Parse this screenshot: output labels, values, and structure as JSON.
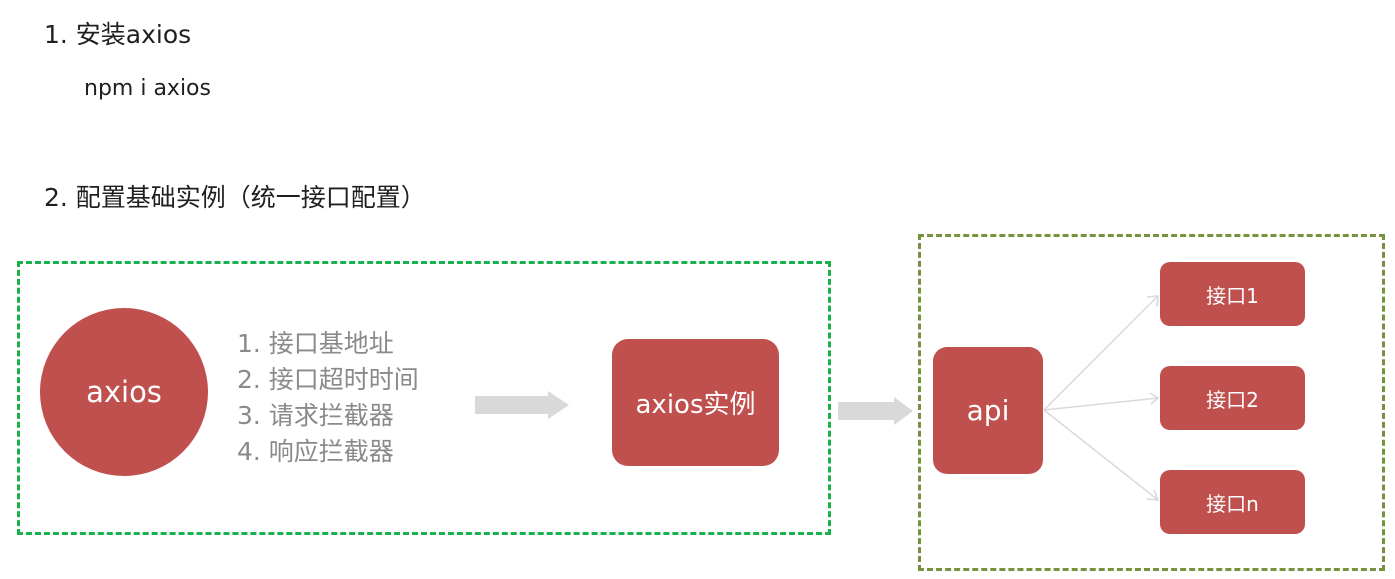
{
  "steps": {
    "install_title": "1. 安装axios",
    "install_command": "npm i axios",
    "config_title": "2. 配置基础实例（统一接口配置）"
  },
  "config_group": {
    "source_node": "axios",
    "items": [
      "1. 接口基地址",
      "2. 接口超时时间",
      "3. 请求拦截器",
      "4. 响应拦截器"
    ],
    "instance_node": "axios实例"
  },
  "api_group": {
    "api_node": "api",
    "endpoints": [
      "接口1",
      "接口2",
      "接口n"
    ]
  },
  "colors": {
    "node_fill": "#c0504d",
    "config_border": "#19b04e",
    "api_border": "#76923c",
    "block_arrow": "#d9d9d9",
    "connector": "#d9d9d9"
  },
  "icons": {
    "flow_arrow": "block-arrow-right",
    "connector_arrow": "open-arrow-right"
  }
}
